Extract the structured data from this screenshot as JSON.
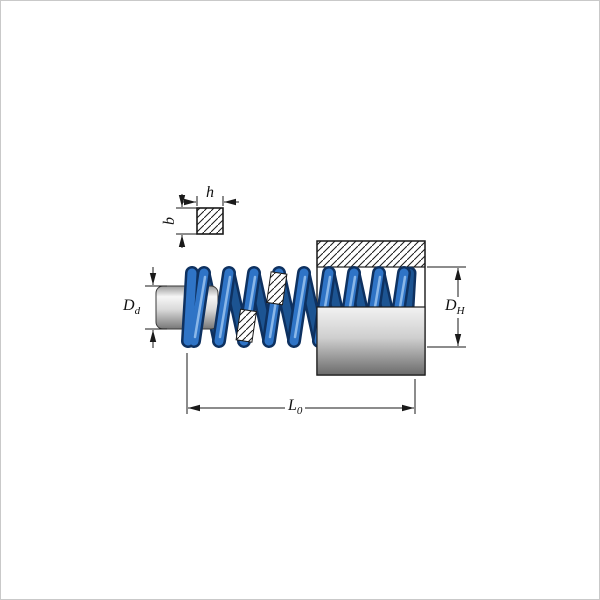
{
  "diagram": {
    "labels": {
      "wire_height": {
        "main": "h",
        "sub": ""
      },
      "wire_width": {
        "main": "b",
        "sub": ""
      },
      "rod_diameter": {
        "main": "D",
        "sub": "d"
      },
      "bore_diameter": {
        "main": "D",
        "sub": "H"
      },
      "free_length": {
        "main": "L",
        "sub": "0"
      }
    },
    "colors": {
      "line": "#1a1a1a",
      "spring_outline": "#0e3160",
      "spring_back": "#1c5492",
      "spring_front": "#2f74c6",
      "spring_highlight": "#8ab7e8"
    }
  }
}
